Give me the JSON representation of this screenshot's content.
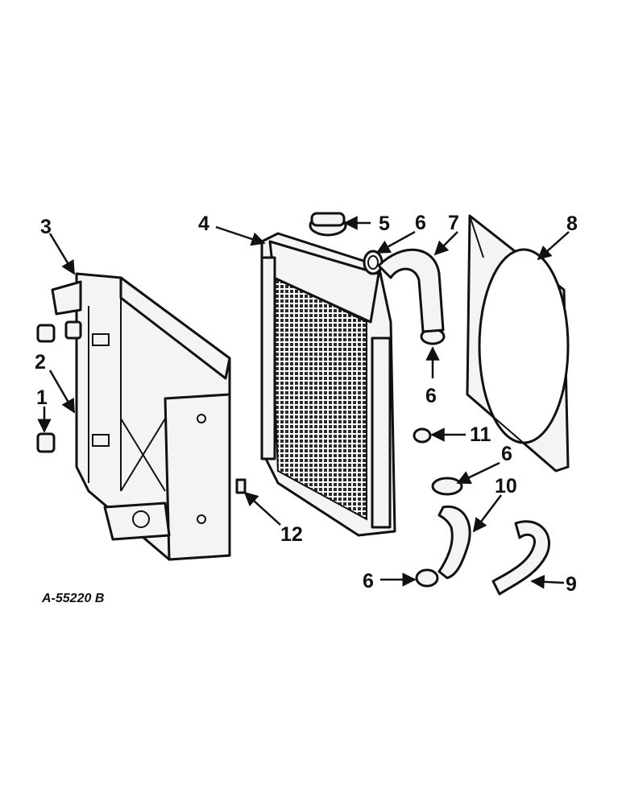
{
  "figure_id": "A-55220 B",
  "callouts": {
    "c1": "1",
    "c2": "2",
    "c3": "3",
    "c4": "4",
    "c5": "5",
    "c6a": "6",
    "c6b": "6",
    "c6c": "6",
    "c6d": "6",
    "c7": "7",
    "c8": "8",
    "c9": "9",
    "c10": "10",
    "c11": "11",
    "c12": "12"
  },
  "colors": {
    "ink": "#111111",
    "paper": "#ffffff",
    "core": "#2a2a2a"
  }
}
